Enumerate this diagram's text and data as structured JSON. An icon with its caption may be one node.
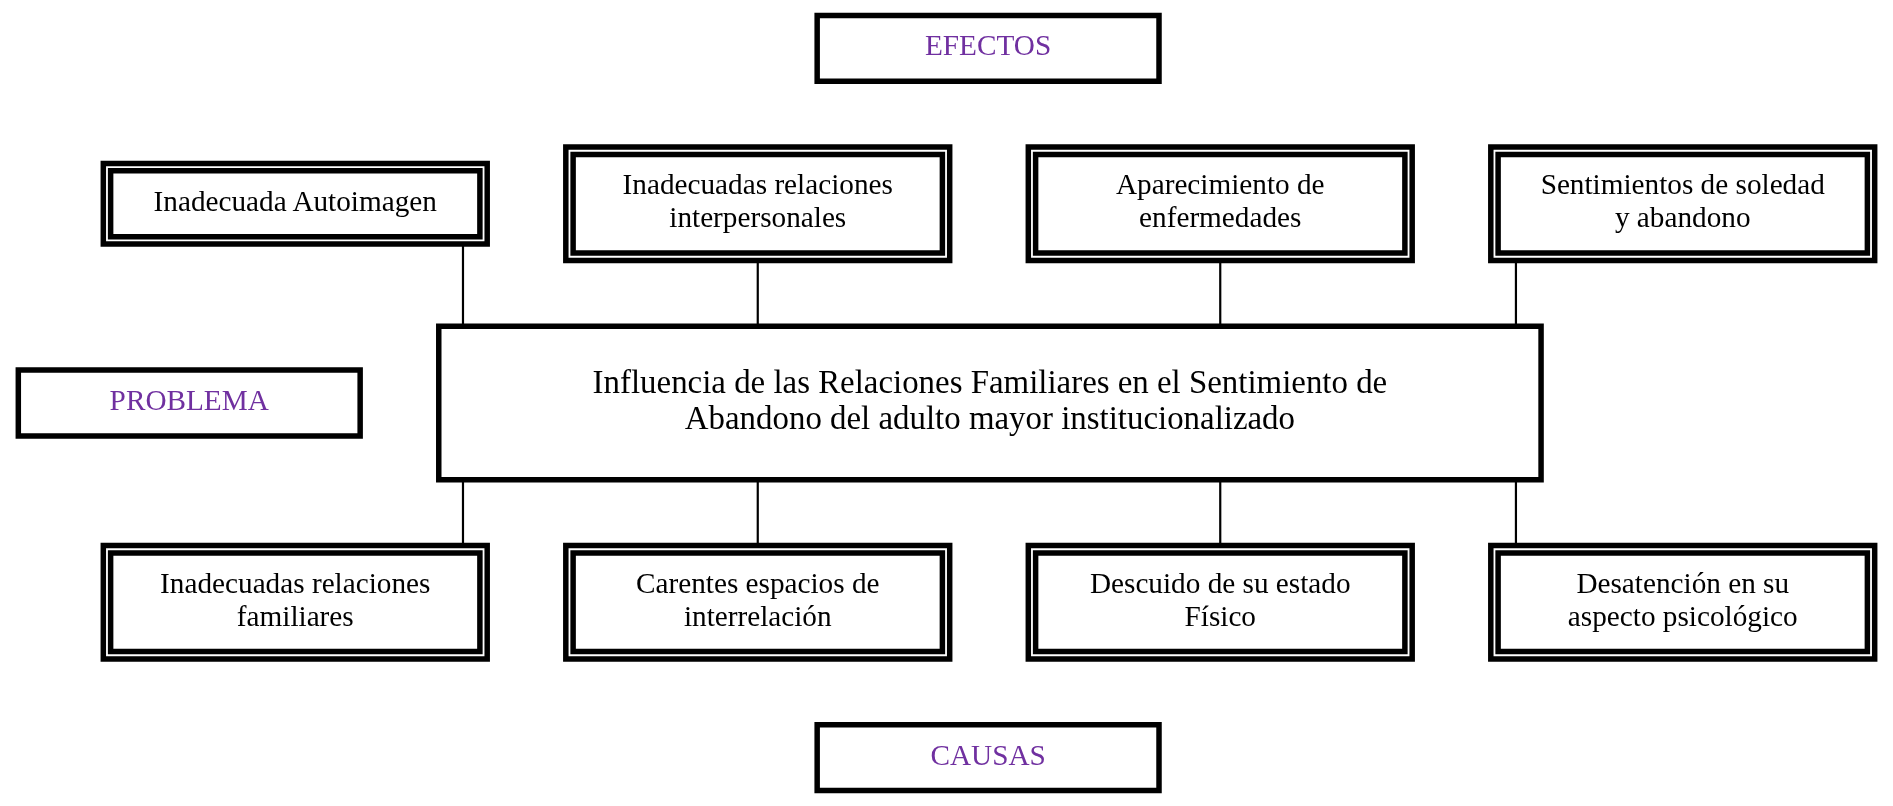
{
  "diagram": {
    "nodes": [
      {
        "text": [
          "EFECTOS"
        ]
      },
      {
        "text": [
          "Inadecuada Autoimagen"
        ]
      },
      {
        "text": [
          "Inadecuadas relaciones interpersonales"
        ]
      },
      {
        "text": [
          "Aparecimiento de enfermedades"
        ]
      },
      {
        "text": [
          "Sentimientos de soledad y abandono"
        ]
      },
      {
        "text": [
          "PROBLEMA"
        ]
      },
      {
        "text": [
          "Influencia de las Relaciones Familiares en el Sentimiento de Abandono del adulto mayor institucionalizado"
        ]
      },
      {
        "text": [
          "Inadecuadas relaciones familiares"
        ]
      },
      {
        "text": [
          "Carentes espacios de interrelación"
        ]
      },
      {
        "text": [
          "Descuido de su estado Físico"
        ]
      },
      {
        "text": [
          "Desatención en su aspecto psicológico"
        ]
      },
      {
        "text": [
          "CAUSAS"
        ]
      }
    ],
    "edges": [
      {
        "from": 1,
        "to": 6,
        "arrow": "none"
      },
      {
        "from": 2,
        "to": 6,
        "arrow": "none"
      },
      {
        "from": 3,
        "to": 6,
        "arrow": "none"
      },
      {
        "from": 4,
        "to": 6,
        "arrow": "none"
      },
      {
        "from": 6,
        "to": 7,
        "arrow": "none"
      },
      {
        "from": 6,
        "to": 8,
        "arrow": "none"
      },
      {
        "from": 6,
        "to": 9,
        "arrow": "none"
      },
      {
        "from": 6,
        "to": 10,
        "arrow": "none"
      }
    ]
  }
}
